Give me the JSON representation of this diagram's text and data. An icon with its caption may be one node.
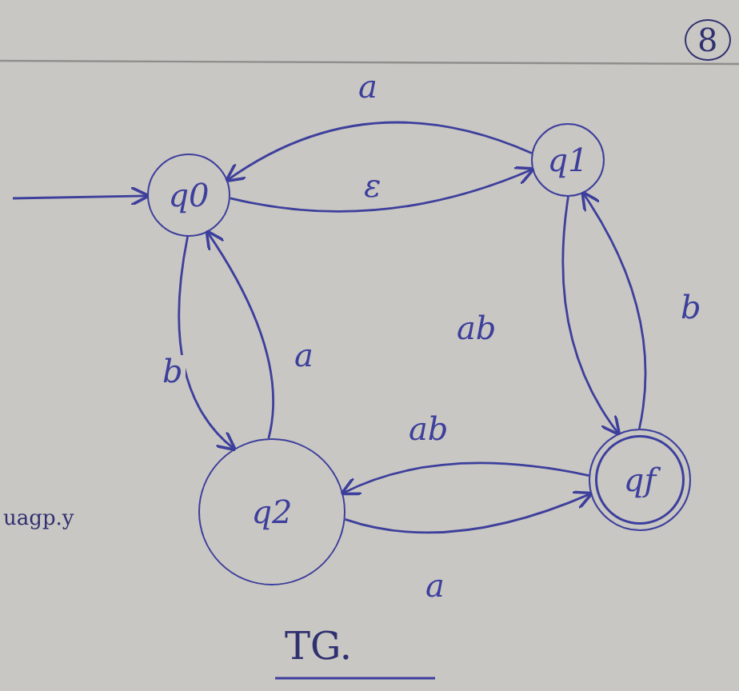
{
  "diagram": {
    "nodes": [
      {
        "text": [
          "q0"
        ]
      },
      {
        "text": [
          "q1"
        ]
      },
      {
        "text": [
          "q2"
        ]
      },
      {
        "text": [
          "qf"
        ]
      }
    ],
    "edges": [
      {
        "from": null,
        "to": 0,
        "arrow": "to"
      },
      {
        "from": 1,
        "to": 0,
        "arrow": "to",
        "label": "a"
      },
      {
        "from": 0,
        "to": 1,
        "arrow": "to",
        "label": "ε"
      },
      {
        "from": 0,
        "to": 2,
        "arrow": "to",
        "label": "b"
      },
      {
        "from": 2,
        "to": 0,
        "arrow": "to",
        "label": "a"
      },
      {
        "from": 1,
        "to": 3,
        "arrow": "to",
        "label": "ab"
      },
      {
        "from": 3,
        "to": 1,
        "arrow": "to",
        "label": "b"
      },
      {
        "from": 3,
        "to": 2,
        "arrow": "to",
        "label": "ab"
      },
      {
        "from": 2,
        "to": 3,
        "arrow": "to",
        "label": "a"
      }
    ],
    "labels": [
      "8",
      "uagp.y",
      "TG."
    ]
  }
}
